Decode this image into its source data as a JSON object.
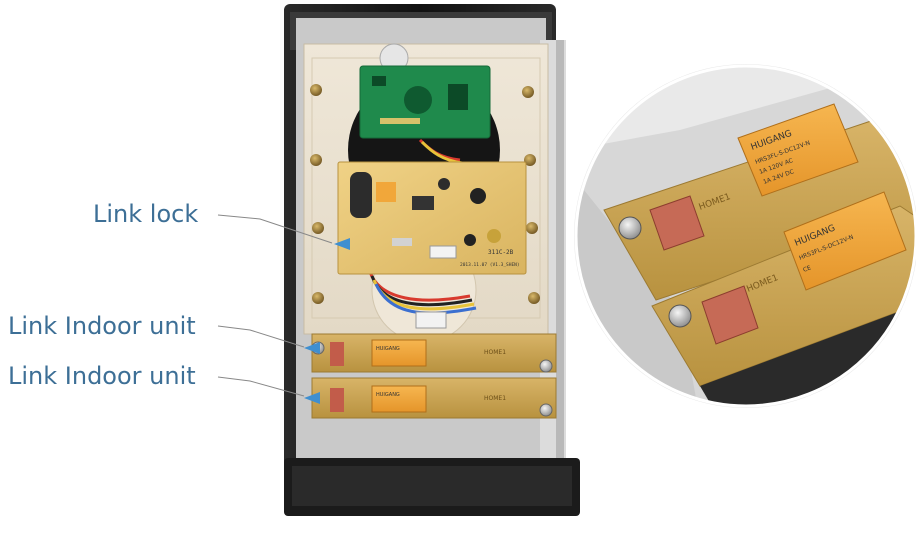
{
  "labels": {
    "link_lock": "Link lock",
    "link_indoor_1": "Link Indoor unit",
    "link_indoor_2": "Link Indoor unit"
  },
  "board": {
    "main_pcb_code": "311C-2B",
    "main_pcb_date": "2013.11.07 (V1.3_SHEN)",
    "relay_brand": "HUIGANG",
    "relay_model": "HRS3FL-S-DC12V-N",
    "relay_rating_1": "1A 120V AC",
    "relay_rating_2": "1A 24V DC",
    "relay_cert": "CE",
    "connector_mark": "HOME1"
  },
  "colors": {
    "label_text": "#3d6f96",
    "pointer_arrow": "#3f8fd0",
    "leader_line": "#888888",
    "relay_orange": "#f1a73a",
    "pcb_tan": "#e9c77a",
    "case_frame": "#1e1e1e"
  }
}
